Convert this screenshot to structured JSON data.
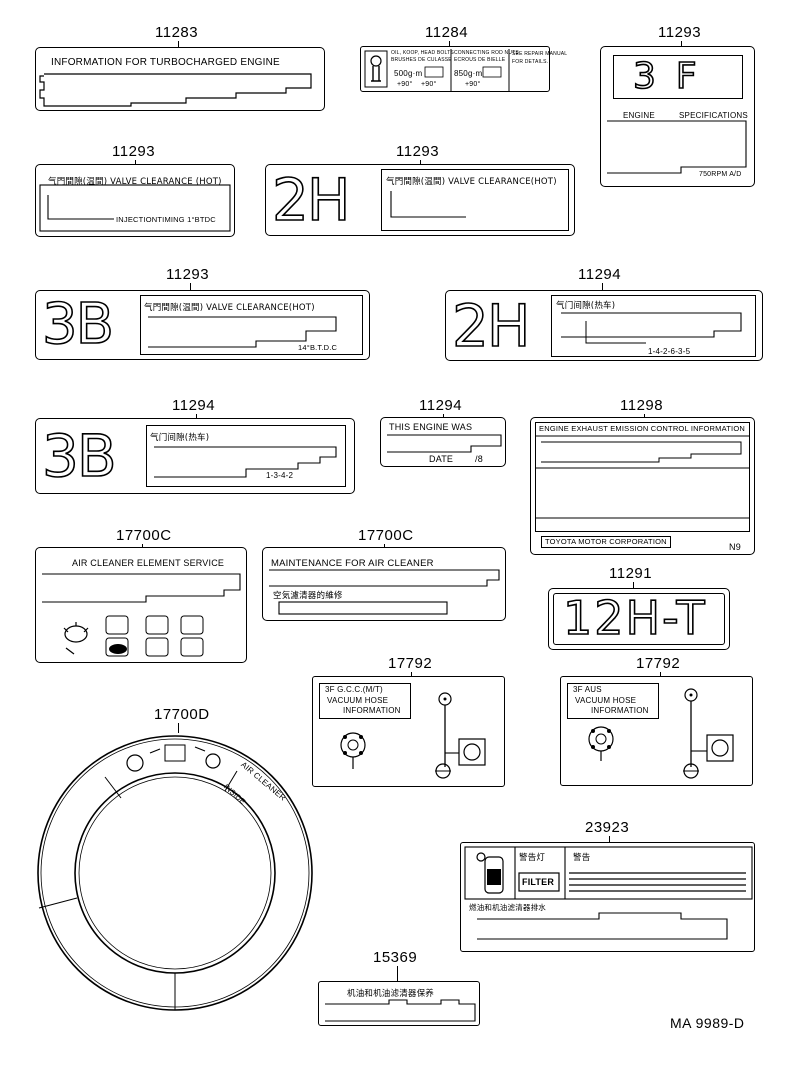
{
  "diagram": {
    "catalog_code": "MA 9989-D",
    "labels": [
      {
        "id": "l1",
        "part_no": "11283",
        "lines": [
          "INFORMATION FOR TURBOCHARGED ENGINE"
        ]
      },
      {
        "id": "l2",
        "part_no": "11284",
        "lines": [
          "OIL, KOOP, HEAD BOLTS",
          "BRUSHES DE CULASSE",
          "500g·m",
          "+90°",
          "+90°",
          "CONNECTING ROD NUTS",
          "ECROUS DE BIELLE",
          "850g·m",
          "+90°",
          "SEE REPAIR MANUAL",
          "FOR DETAILS."
        ]
      },
      {
        "id": "l3",
        "part_no": "11293",
        "big": "3F",
        "lines": [
          "ENGINE",
          "SPECIFICATIONS",
          "750RPM A/D"
        ]
      },
      {
        "id": "l4",
        "part_no": "11293",
        "lines": [
          "气門間隙(温間) VALVE CLEARANCE (HOT)",
          "INJECTIONTIMING 1°BTDC"
        ]
      },
      {
        "id": "l5",
        "part_no": "11293",
        "big": "2H",
        "lines": [
          "气門間隙(温間) VALVE CLEARANCE(HOT)"
        ]
      },
      {
        "id": "l6",
        "part_no": "11293",
        "big": "3B",
        "lines": [
          "气門間隙(温間) VALVE CLEARANCE(HOT)",
          "14°B.T.D.C"
        ]
      },
      {
        "id": "l7",
        "part_no": "11294",
        "big": "2H",
        "lines": [
          "气门间隙(热车)",
          "1-4-2-6-3-5"
        ]
      },
      {
        "id": "l8",
        "part_no": "11294",
        "big": "3B",
        "lines": [
          "气门间隙(热车)",
          "1-3-4-2"
        ]
      },
      {
        "id": "l9",
        "part_no": "11294",
        "lines": [
          "THIS ENGINE WAS",
          "DATE",
          "/8"
        ]
      },
      {
        "id": "l10",
        "part_no": "11298",
        "lines": [
          "ENGINE EXHAUST EMISSION CONTROL INFORMATION",
          "TOYOTA MOTOR CORPORATION",
          "N9"
        ]
      },
      {
        "id": "l11",
        "part_no": "17700C",
        "lines": [
          "AIR CLEANER ELEMENT SERVICE"
        ]
      },
      {
        "id": "l12",
        "part_no": "17700C",
        "lines": [
          "MAINTENANCE FOR AIR CLEANER",
          "空気濾清器的維修"
        ]
      },
      {
        "id": "l13",
        "part_no": "11291",
        "big": "12H-T",
        "lines": []
      },
      {
        "id": "l14",
        "part_no": "17792",
        "lines": [
          "3F G.C.C.(M/T)",
          "VACUUM HOSE",
          "INFORMATION"
        ]
      },
      {
        "id": "l15",
        "part_no": "17792",
        "lines": [
          "3F AUS",
          "VACUUM HOSE",
          "INFORMATION"
        ]
      },
      {
        "id": "l16",
        "part_no": "17700D",
        "lines": [
          "AIR CLEANER",
          "INSIDE"
        ]
      },
      {
        "id": "l17",
        "part_no": "23923",
        "lines": [
          "警告灯",
          "警告",
          "FILTER",
          "燃油和机油滤清器排水"
        ]
      },
      {
        "id": "l18",
        "part_no": "15369",
        "lines": [
          "机油和机油滤清器保养"
        ]
      }
    ]
  }
}
